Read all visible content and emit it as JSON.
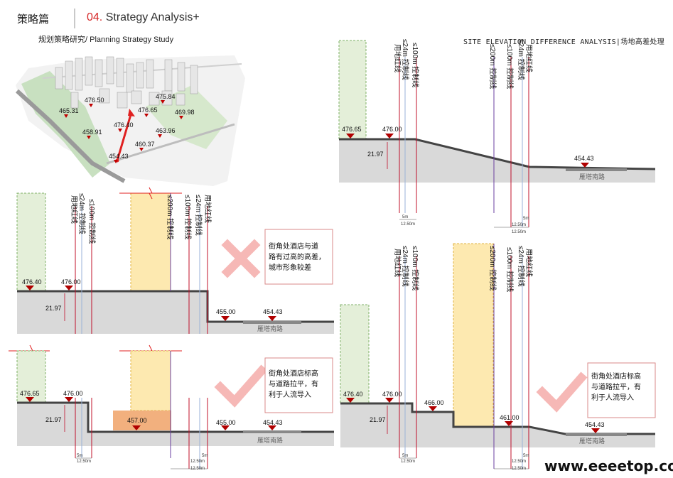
{
  "header": {
    "section": "策略篇",
    "title_num": "04.",
    "title_text": " Strategy Analysis+",
    "subtitle": "规划策略研究/ Planning Strategy Study",
    "right_title": "SITE ELEVATION DIFFERENCE ANALYSIS|场地高差处理"
  },
  "map": {
    "elevations": [
      "476.50",
      "465.31",
      "475.84",
      "476.65",
      "469.98",
      "476.40",
      "458.91",
      "463.96",
      "460.37",
      "454.43"
    ]
  },
  "lines": {
    "red_line": "用地红线",
    "line_24": "≤24m 控制线",
    "line_100": "≤100m 控制线",
    "line_200": "≤200m 控制线"
  },
  "road": "雁塔南路",
  "dims": {
    "d5": "5m",
    "d1250": "12.50m",
    "d2197": "21.97"
  },
  "panels": {
    "tr": {
      "e1": "476.65",
      "e2": "476.00",
      "e3": "454.43"
    },
    "ml": {
      "e1": "476.40",
      "e2": "476.00",
      "e3": "455.00",
      "e4": "454.43",
      "note": [
        "街角处酒店与道",
        "路有过高的高差，",
        "城市形象较差"
      ]
    },
    "bl": {
      "e1": "476.65",
      "e2": "476.00",
      "e3": "457.00",
      "e4": "455.00",
      "e5": "454.43",
      "note": [
        "街角处酒店标高",
        "与道路拉平，有",
        "利于人流导入"
      ]
    },
    "br": {
      "e1": "476.40",
      "e2": "476.00",
      "e3": "466.00",
      "e4": "461.00",
      "e5": "454.43",
      "note": [
        "街角处酒店标高",
        "与道路拉平，有",
        "利于人流导入"
      ]
    }
  },
  "watermark": "www.eeeetop.com",
  "colors": {
    "accent": "#d62828",
    "ground": "#d9d9d9",
    "green": "#e4efd9",
    "yellow": "#fde9b0",
    "orange": "#f2b07e"
  }
}
